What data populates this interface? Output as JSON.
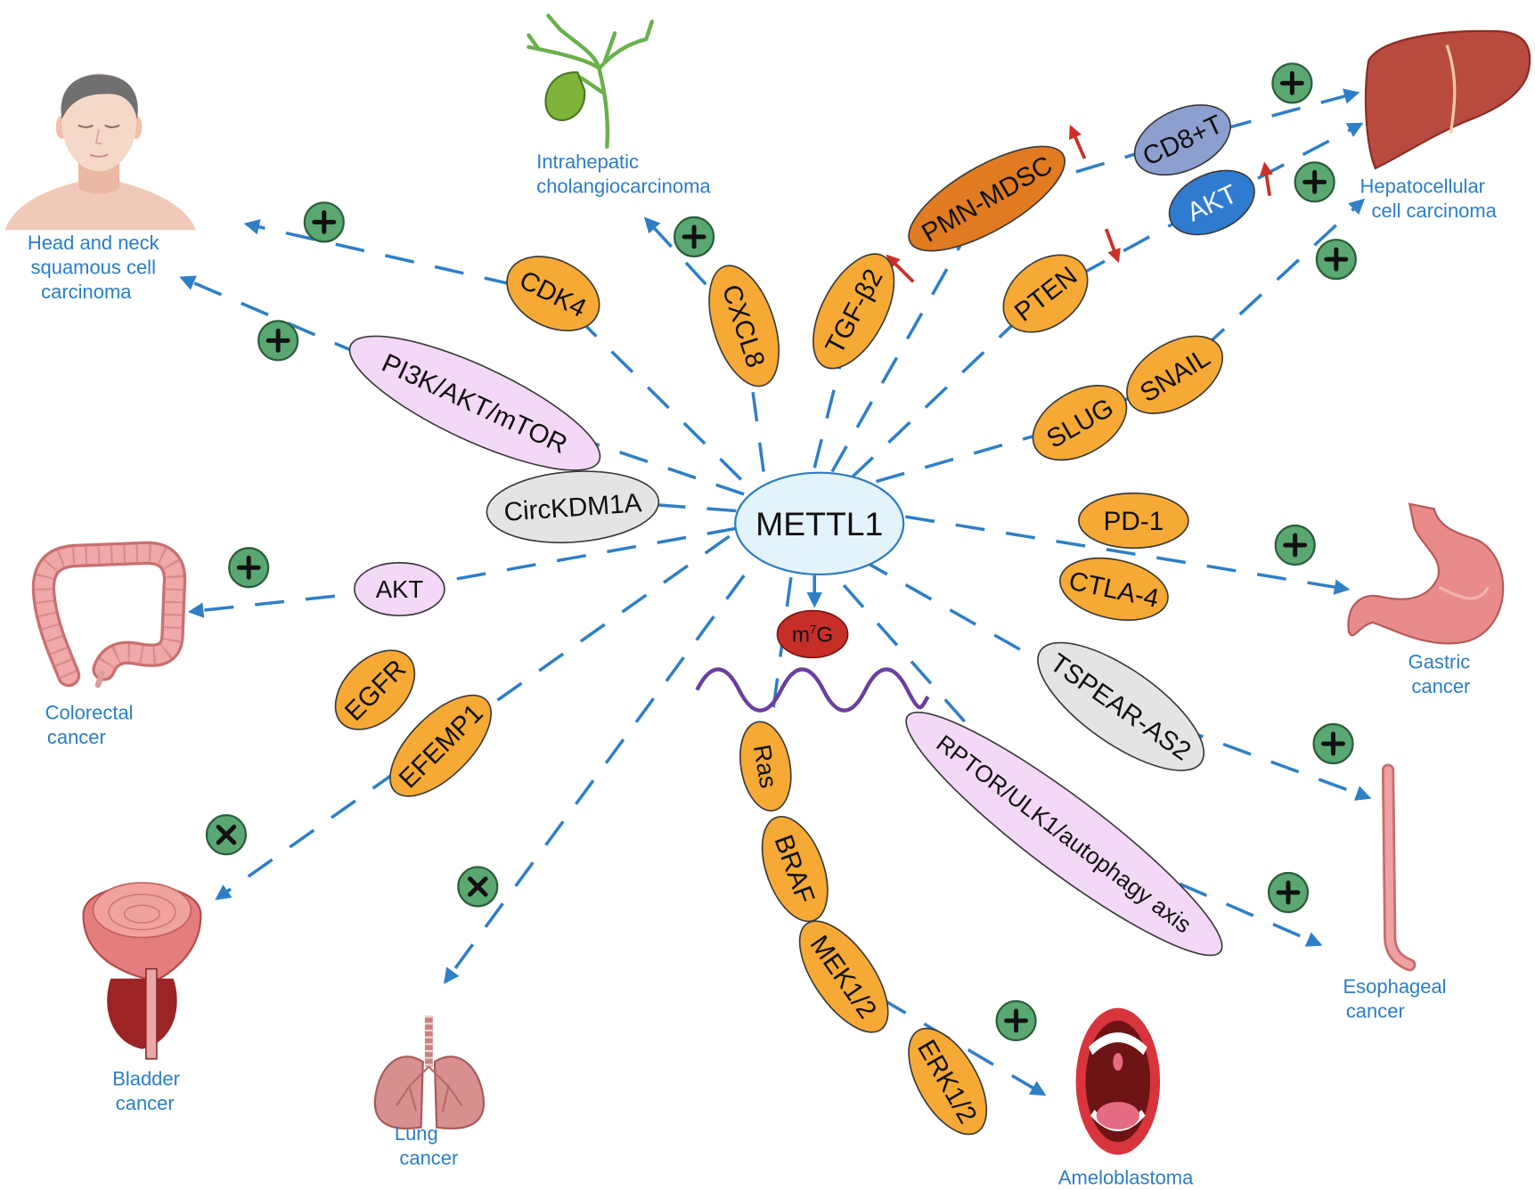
{
  "center": {
    "label": "METTL1"
  },
  "modification": {
    "prefix": "m",
    "superscript": "7",
    "suffix": "G"
  },
  "nodes": {
    "cdk4": "CDK4",
    "cxcl8": "CXCL8",
    "tgf_b2": "TGF-β2",
    "pmn_mdsc": "PMN-MDSC",
    "cd8_t": "CD8+T",
    "akt_hcc": "AKT",
    "pten": "PTEN",
    "slug": "SLUG",
    "snail": "SNAIL",
    "pi3k": "PI3K/AKT/mTOR",
    "circkdm1a": "CircKDM1A",
    "akt_crc": "AKT",
    "pd1": "PD-1",
    "ctla4": "CTLA-4",
    "tspear": "TSPEAR-AS2",
    "rptor": "RPTOR/ULK1/autophagy axis",
    "egfr": "EGFR",
    "efemp1": "EFEMP1",
    "ras": "Ras",
    "braf": "BRAF",
    "mek": "MEK1/2",
    "erk": "ERK1/2"
  },
  "cancers": {
    "head_neck": {
      "lines": [
        "Head and neck",
        "squamous cell",
        "carcinoma"
      ],
      "icon": "head-illustration-icon"
    },
    "intrahepatic": {
      "lines": [
        "Intrahepatic",
        "cholangiocarcinoma"
      ],
      "icon": "bile-duct-icon"
    },
    "hepatocellular": {
      "lines": [
        "Hepatocellular",
        "cell carcinoma"
      ],
      "icon": "liver-icon"
    },
    "colorectal": {
      "lines": [
        "Colorectal",
        "cancer"
      ],
      "icon": "colon-icon"
    },
    "gastric": {
      "lines": [
        "Gastric",
        "cancer"
      ],
      "icon": "stomach-icon"
    },
    "esophageal": {
      "lines": [
        "Esophageal",
        "cancer"
      ],
      "icon": "esophagus-icon"
    },
    "bladder": {
      "lines": [
        "Bladder",
        "cancer"
      ],
      "icon": "bladder-icon"
    },
    "lung": {
      "lines": [
        "Lung",
        "cancer"
      ],
      "icon": "lungs-icon"
    },
    "ameloblastoma": {
      "lines": [
        "Ameloblastoma"
      ],
      "icon": "open-mouth-icon"
    }
  },
  "icons": {
    "promote_marker": "plus-icon",
    "bladder_marker": "cross-icon",
    "lung_marker": "cross-icon",
    "regulation": {
      "tgf_b2": "red-up-arrow-icon",
      "pmn_mdsc": "red-up-arrow-icon",
      "cd8_t": "red-down-arrow-icon",
      "akt_hcc": "red-up-arrow-icon",
      "pten": "red-down-arrow-icon"
    },
    "rna": "rna-wave-icon"
  },
  "colors": {
    "link": "#2e7fc6",
    "label_text": "#2a7ec5",
    "center_fill": "#e2f3fb",
    "oncogenic_node": "#f6a935",
    "mdsc_node": "#e07b22",
    "cd8_node": "#8c9fcf",
    "akt_node": "#2f7bd0",
    "noncoding_node": "#e4e4e4",
    "pathway_node": "#f3d8f7",
    "marker": "#5aa772",
    "regulation_arrow": "#c8322a",
    "m7g": "#c62f28",
    "rna": "#6a3fa0"
  }
}
